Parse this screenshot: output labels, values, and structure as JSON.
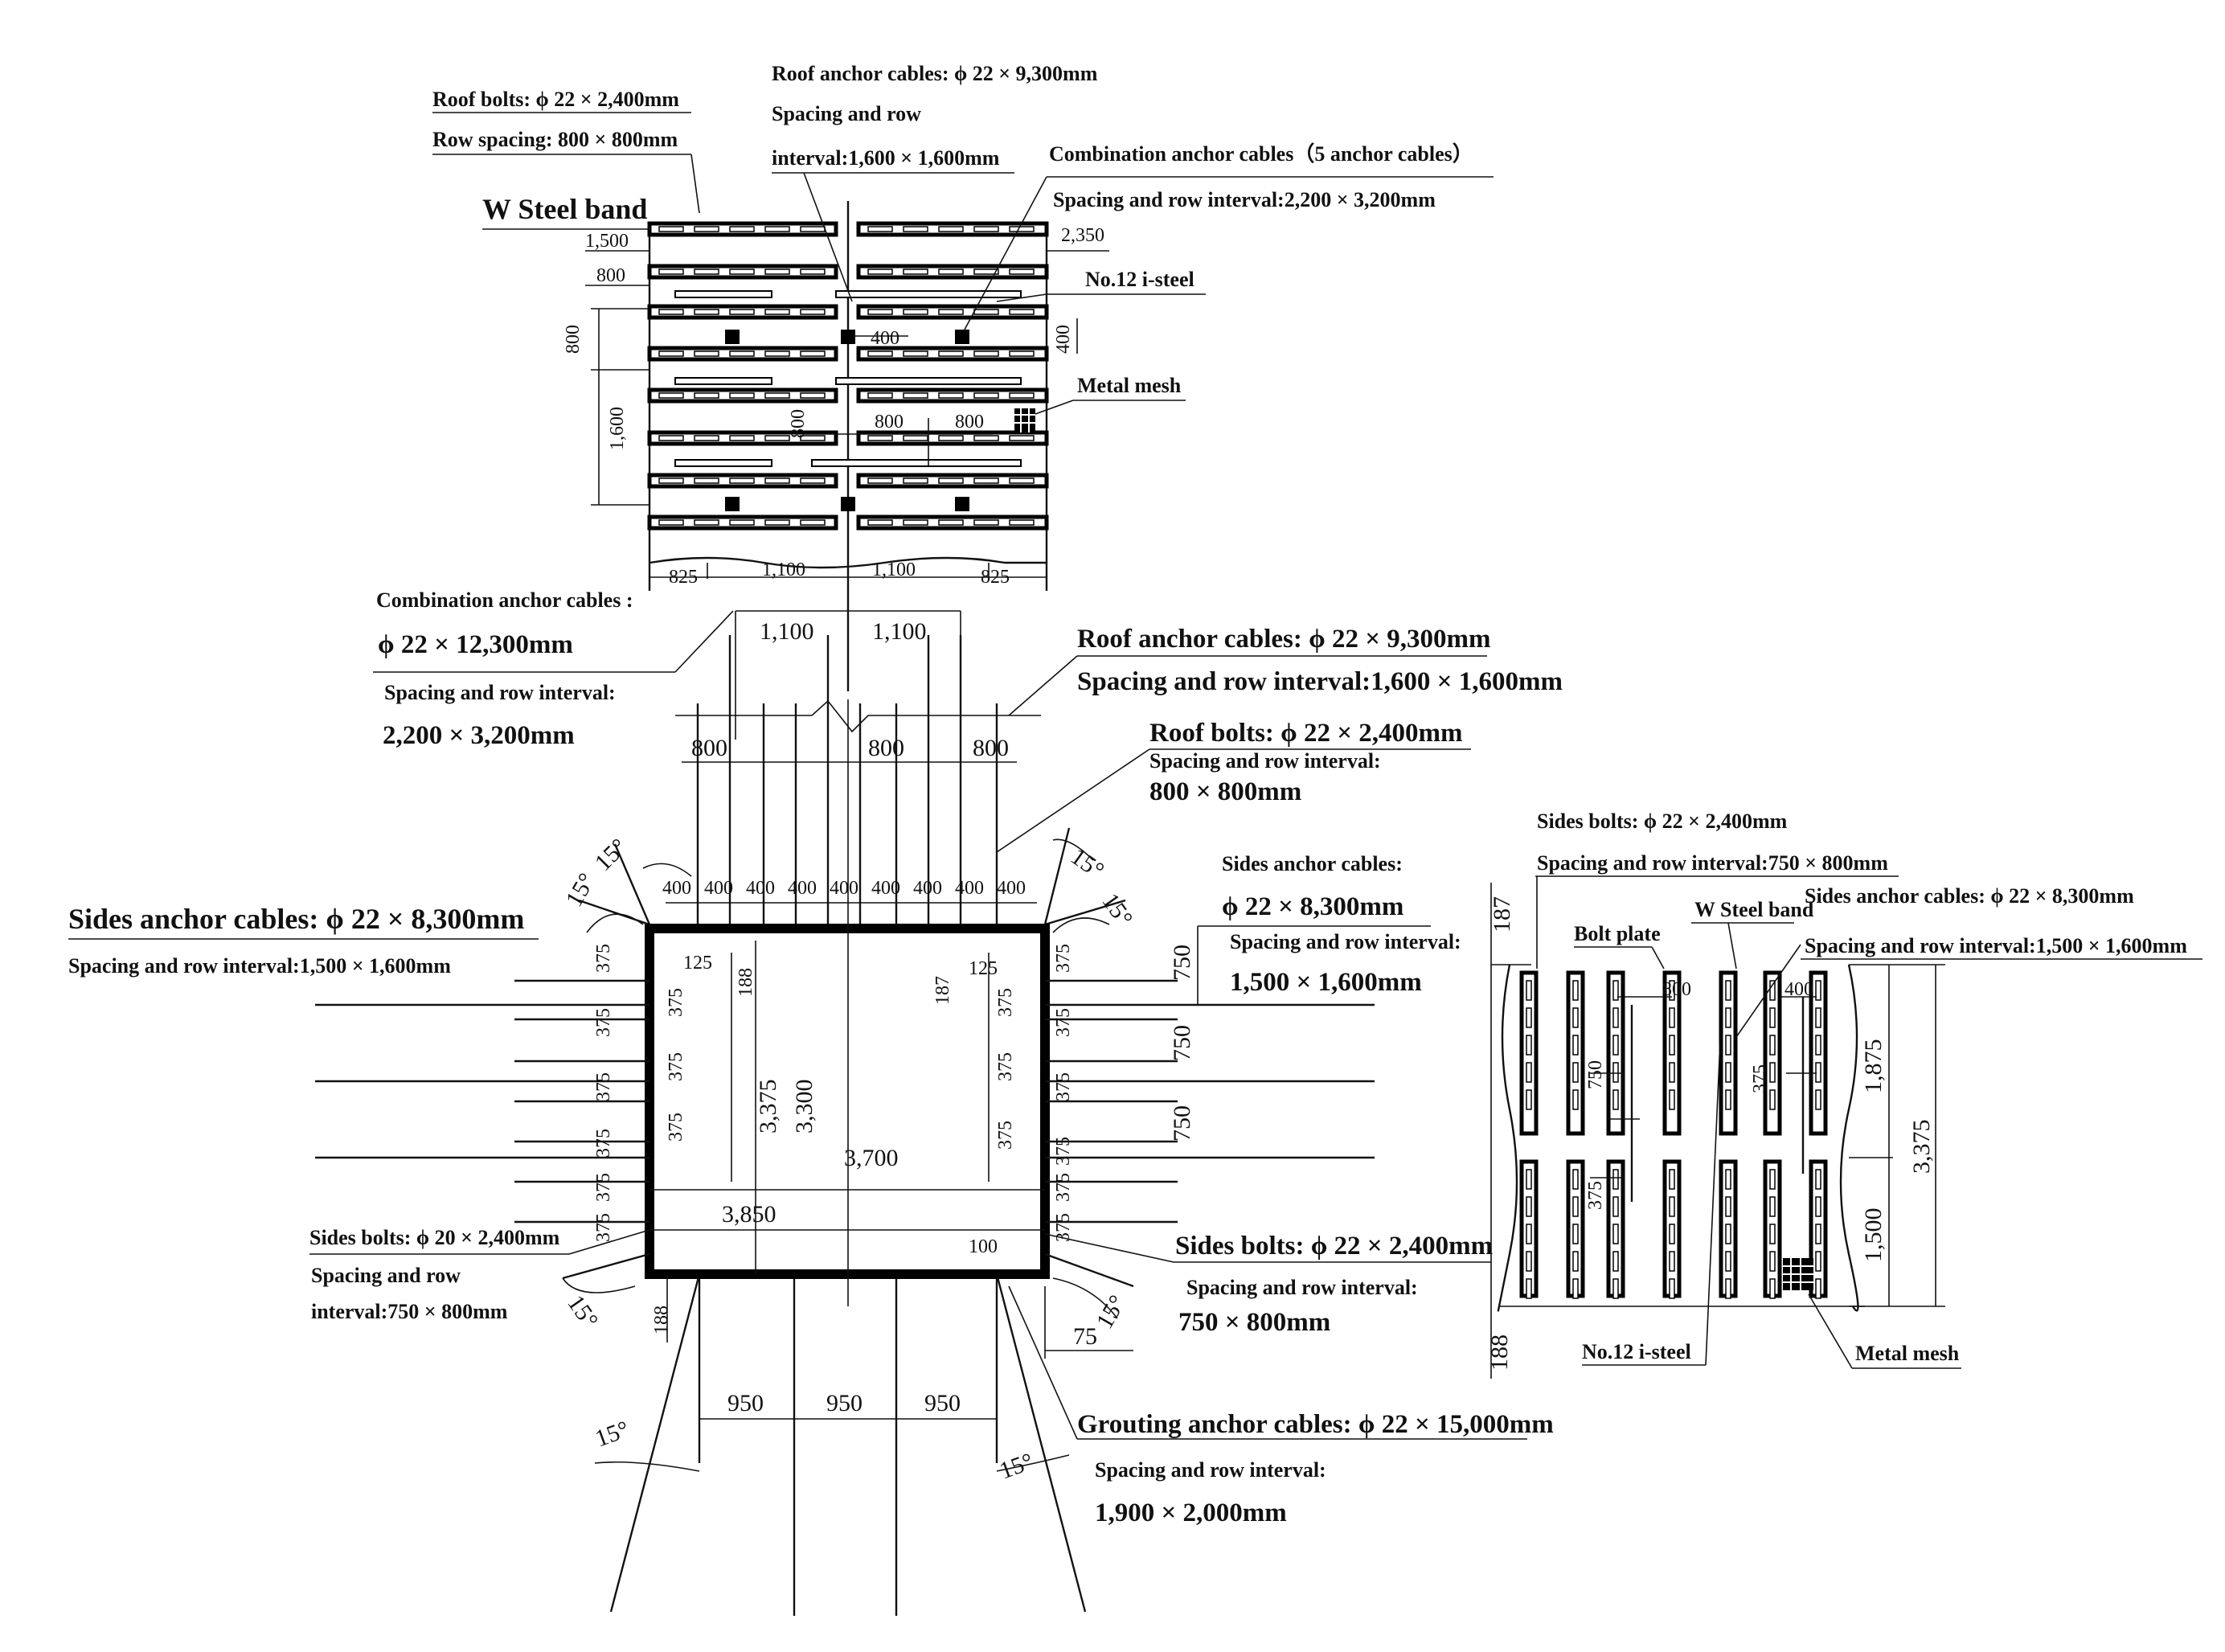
{
  "top_plan": {
    "roof_bolts": "Roof bolts: ϕ 22 × 2,400mm",
    "row_spacing": "Row spacing: 800 × 800mm",
    "w_steel_band": "W Steel band",
    "roof_anchor": "Roof  anchor cables: ϕ 22 × 9,300mm",
    "spacing_row": "Spacing and row",
    "interval": "interval:1,600 × 1,600mm",
    "combination_header": "Combination anchor cables（5 anchor cables）",
    "combination_spacing": "Spacing and row interval:2,200 × 3,200mm",
    "i_steel": "No.12 i-steel",
    "metal_mesh": "Metal mesh",
    "dims": {
      "d1500": "1,500",
      "d2350": "2,350",
      "d800a": "800",
      "d800b": "800",
      "d1600": "1,600",
      "d400a": "400",
      "d400b": "400",
      "d800c": "800",
      "d800d": "800",
      "d800e": "800",
      "b825a": "825",
      "b1100a": "1,100",
      "b1100b": "1,100",
      "b825b": "825"
    }
  },
  "section": {
    "comb_label": "Combination anchor cables :",
    "comb_size": "ϕ 22 × 12,300mm",
    "comb_spacing": "Spacing and row interval:",
    "comb_value": "2,200 × 3,200mm",
    "d1100a": "1,100",
    "d1100b": "1,100",
    "roof_anchor": "Roof  anchor cables: ϕ 22 × 9,300mm",
    "roof_anchor_spacing": "Spacing and row interval:1,600 × 1,600mm",
    "d800a": "800",
    "d800b": "800",
    "d800c": "800",
    "roof_bolts": "Roof bolts: ϕ 22 × 2,400mm",
    "roof_bolts_spacing": "Spacing and row interval:",
    "roof_bolts_value": "800 × 800mm",
    "ang15_tl1": "15°",
    "ang15_tl2": "15°",
    "ang15_tr1": "15°",
    "ang15_tr2": "15°",
    "d400": [
      "400",
      "400",
      "400",
      "400",
      "400",
      "400",
      "400",
      "400",
      "400"
    ],
    "sides_anchor_left": "Sides anchor cables: ϕ 22 × 8,300mm",
    "sides_anchor_left_spacing": "Spacing and row interval:1,500 × 1,600mm",
    "sides_anchor_right": "Sides anchor cables:",
    "sides_anchor_right_size": "ϕ 22 × 8,300mm",
    "sides_anchor_right_spacing": "Spacing and row interval:",
    "sides_anchor_right_value": "1,500 × 1,600mm",
    "d125a": "125",
    "d125b": "125",
    "d188a": "188",
    "d187a": "187",
    "d375": "375",
    "d750": "750",
    "d3375": "3,375",
    "d3300": "3,300",
    "d3700": "3,700",
    "d3850": "3,850",
    "d100": "100",
    "d188b": "188",
    "d75": "75",
    "sides_bolts_left": "Sides bolts: ϕ 20 × 2,400mm",
    "sides_bolts_left_s1": "Spacing and row",
    "sides_bolts_left_s2": "interval:750 × 800mm",
    "sides_bolts_right": "Sides bolts: ϕ 22 × 2,400mm",
    "sides_bolts_right_s": "Spacing and row interval:",
    "sides_bolts_right_v": "750 × 800mm",
    "ang15_bl": "15°",
    "ang15_br": "15°",
    "ang15_fl": "15°",
    "ang15_fr": "15°",
    "d950a": "950",
    "d950b": "950",
    "d950c": "950",
    "grouting": "Grouting anchor cables: ϕ 22 × 15,000mm",
    "grouting_spacing": "Spacing and row interval:",
    "grouting_value": "1,900 × 2,000mm"
  },
  "side_view": {
    "sides_bolts": "Sides bolts: ϕ 22 × 2,400mm",
    "sides_bolts_spacing": "Spacing and row interval:750 × 800mm",
    "bolt_plate": "Bolt plate",
    "w_steel_band": "W Steel band",
    "sides_anchor": "Sides anchor cables: ϕ 22 × 8,300mm",
    "sides_anchor_spacing": "Spacing and row interval:1,500 × 1,600mm",
    "d187": "187",
    "d1875": "1,875",
    "d3375": "3,375",
    "d1500": "1,500",
    "d800": "800",
    "d400": "400",
    "d750": "750",
    "d375a": "375",
    "d375b": "375",
    "d188": "188",
    "i_steel": "No.12 i-steel",
    "metal_mesh": "Metal mesh"
  }
}
